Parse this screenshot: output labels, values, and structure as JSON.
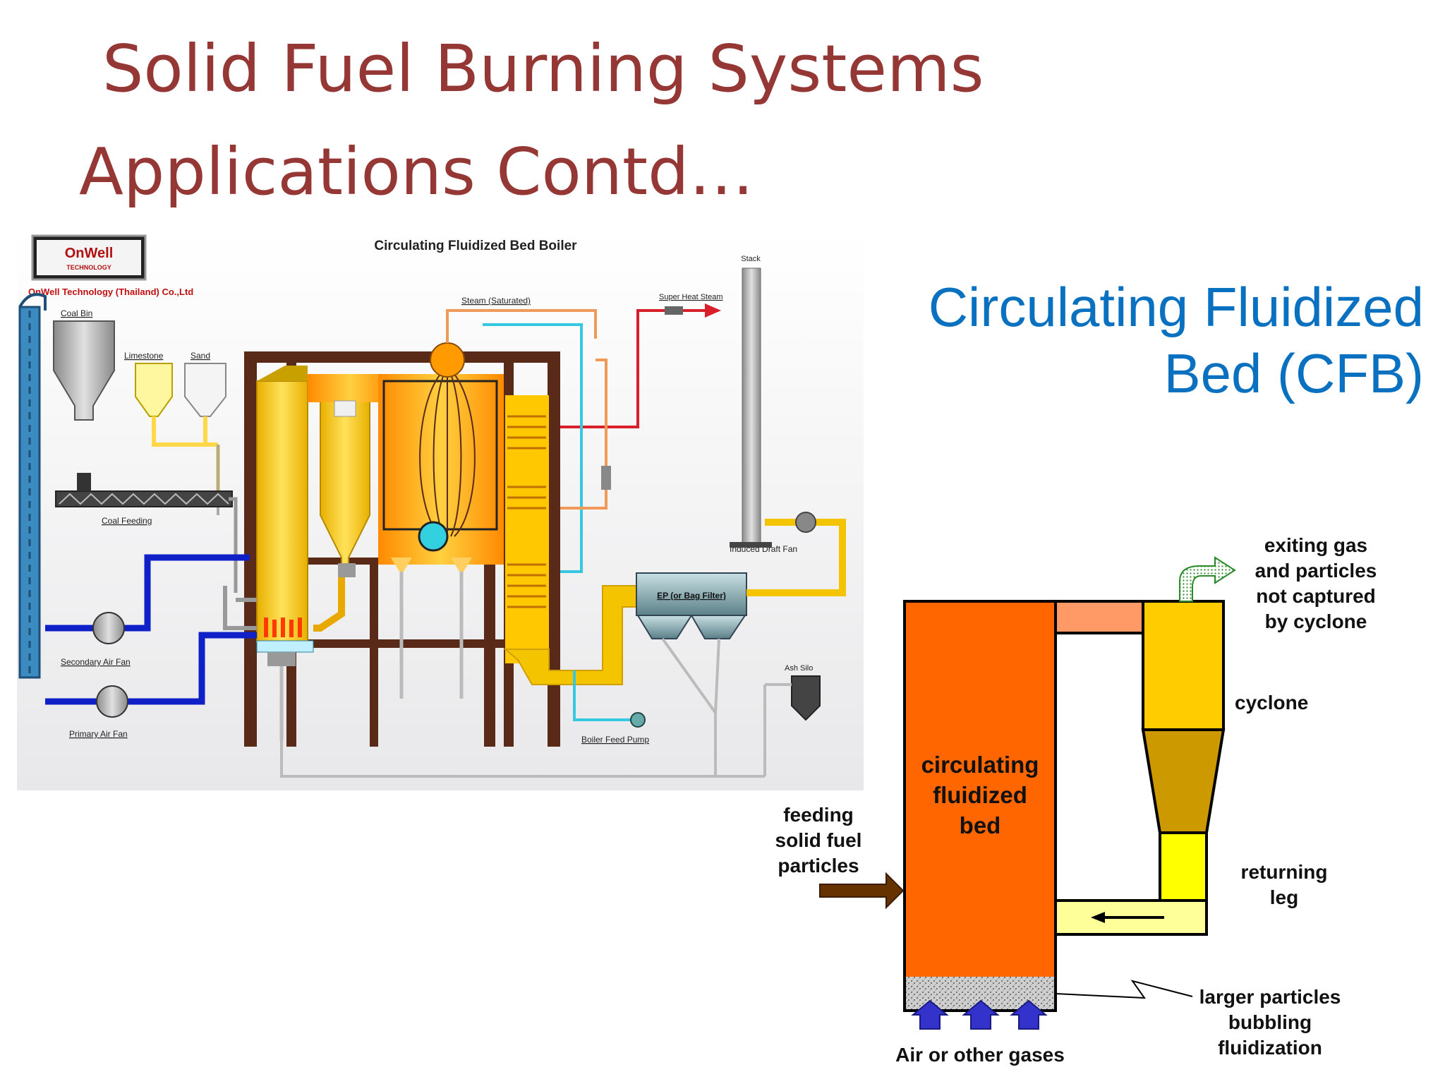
{
  "slide": {
    "title_line1": "Solid Fuel Burning Systems",
    "title_line2": "Applications Contd…",
    "subtitle_line1": "Circulating Fluidized",
    "subtitle_line2": "Bed (CFB)"
  },
  "plant": {
    "logo_text": "OnWell",
    "logo_sub": "TECHNOLOGY",
    "company": "OnWell Technology (Thailand) Co.,Ltd",
    "title": "Circulating Fluidized Bed Boiler",
    "labels": {
      "coal_bin": "Coal Bin",
      "limestone": "Limestone",
      "sand": "Sand",
      "coal_feeding": "Coal Feeding",
      "secondary_air_fan": "Secondary Air Fan",
      "primary_air_fan": "Primary Air Fan",
      "steam_saturated": "Steam (Saturated)",
      "super_heat_steam": "Super Heat Steam",
      "stack": "Stack",
      "induced_draft_fan": "Induced Draft Fan",
      "ep_bag_filter": "EP (or Bag Filter)",
      "ash_silo": "Ash Silo",
      "boiler_feed_pump": "Boiler Feed Pump"
    },
    "colors": {
      "frame": "#5a2a18",
      "furnace": "#f5c400",
      "hot_gas": "#ffa200",
      "water": "#35c8e0",
      "steam": "#d9202a",
      "air": "#1020c8",
      "pipe": "#f09a5a"
    }
  },
  "schematic": {
    "labels": {
      "exiting_gas_l1": "exiting gas",
      "exiting_gas_l2": "and particles",
      "exiting_gas_l3": "not captured",
      "exiting_gas_l4": "by cyclone",
      "cyclone": "cyclone",
      "bed_l1": "circulating",
      "bed_l2": "fluidized",
      "bed_l3": "bed",
      "feeding_l1": "feeding",
      "feeding_l2": "solid fuel",
      "feeding_l3": "particles",
      "returning_l1": "returning",
      "returning_l2": "leg",
      "larger_l1": "larger particles",
      "larger_l2": "bubbling",
      "larger_l3": "fluidization",
      "air": "Air or other gases"
    },
    "colors": {
      "bed": "#ff6600",
      "cyclone": "#ffcc00",
      "cone": "#cc9900",
      "returning_leg": "#ffff00",
      "return_pipe": "#ffff99",
      "top_duct": "#ff9966",
      "air_arrow": "#3333cc",
      "feed_arrow": "#663300",
      "gas_arrow": "#00aa00"
    }
  }
}
